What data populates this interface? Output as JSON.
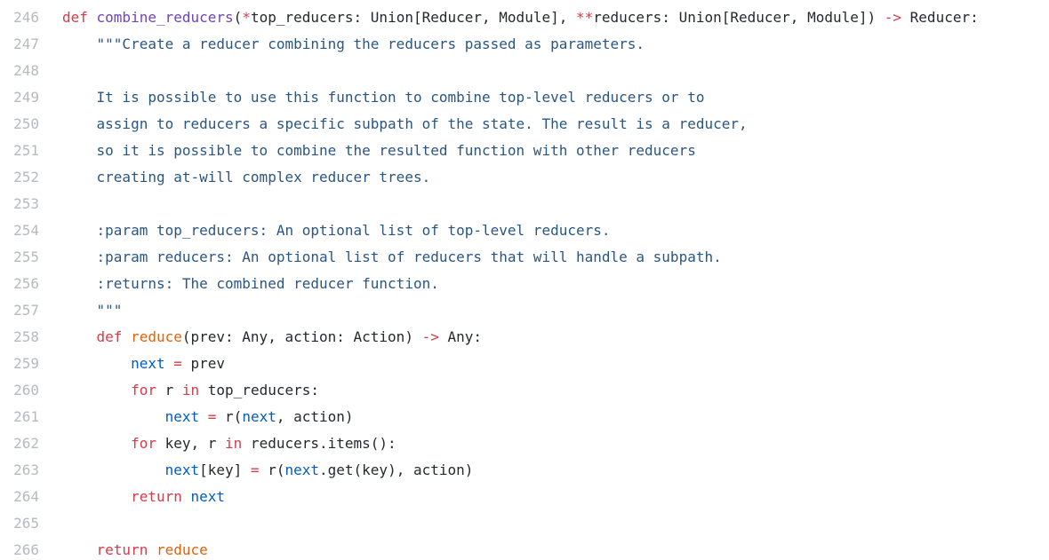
{
  "colors": {
    "background": "#ffffff",
    "plain": "#24292e",
    "keyword": "#d73a49",
    "function_def": "#6f42c1",
    "builtin": "#e36209",
    "constant": "#005cc5",
    "string": "#2a5684",
    "line_number": "#b6bac0"
  },
  "code": {
    "language": "python",
    "first_line_number": 246,
    "last_line_number": 266,
    "lines": [
      {
        "n": "246",
        "seg": [
          [
            "k",
            "def "
          ],
          [
            "f",
            "combine_reducers"
          ],
          [
            "p",
            "("
          ],
          [
            "k",
            "*"
          ],
          [
            "p",
            "top_reducers: Union[Reducer, Module], "
          ],
          [
            "k",
            "**"
          ],
          [
            "p",
            "reducers: Union[Reducer, Module]) "
          ],
          [
            "k",
            "->"
          ],
          [
            "p",
            " Reducer:"
          ]
        ]
      },
      {
        "n": "247",
        "seg": [
          [
            "p",
            "    "
          ],
          [
            "s",
            "\"\"\"Create a reducer combining the reducers passed as parameters."
          ]
        ]
      },
      {
        "n": "248",
        "seg": []
      },
      {
        "n": "249",
        "seg": [
          [
            "s",
            "    It is possible to use this function to combine top-level reducers or to"
          ]
        ]
      },
      {
        "n": "250",
        "seg": [
          [
            "s",
            "    assign to reducers a specific subpath of the state. The result is a reducer,"
          ]
        ]
      },
      {
        "n": "251",
        "seg": [
          [
            "s",
            "    so it is possible to combine the resulted function with other reducers"
          ]
        ]
      },
      {
        "n": "252",
        "seg": [
          [
            "s",
            "    creating at-will complex reducer trees."
          ]
        ]
      },
      {
        "n": "253",
        "seg": []
      },
      {
        "n": "254",
        "seg": [
          [
            "s",
            "    :param top_reducers: An optional list of top-level reducers."
          ]
        ]
      },
      {
        "n": "255",
        "seg": [
          [
            "s",
            "    :param reducers: An optional list of reducers that will handle a subpath."
          ]
        ]
      },
      {
        "n": "256",
        "seg": [
          [
            "s",
            "    :returns: The combined reducer function."
          ]
        ]
      },
      {
        "n": "257",
        "seg": [
          [
            "s",
            "    \"\"\""
          ]
        ]
      },
      {
        "n": "258",
        "seg": [
          [
            "p",
            "    "
          ],
          [
            "k",
            "def "
          ],
          [
            "b",
            "reduce"
          ],
          [
            "p",
            "(prev: Any, action: Action) "
          ],
          [
            "k",
            "->"
          ],
          [
            "p",
            " Any:"
          ]
        ]
      },
      {
        "n": "259",
        "seg": [
          [
            "p",
            "        "
          ],
          [
            "c",
            "next"
          ],
          [
            "p",
            " "
          ],
          [
            "k",
            "="
          ],
          [
            "p",
            " prev"
          ]
        ]
      },
      {
        "n": "260",
        "seg": [
          [
            "p",
            "        "
          ],
          [
            "k",
            "for"
          ],
          [
            "p",
            " r "
          ],
          [
            "k",
            "in"
          ],
          [
            "p",
            " top_reducers:"
          ]
        ]
      },
      {
        "n": "261",
        "seg": [
          [
            "p",
            "            "
          ],
          [
            "c",
            "next"
          ],
          [
            "p",
            " "
          ],
          [
            "k",
            "="
          ],
          [
            "p",
            " r("
          ],
          [
            "c",
            "next"
          ],
          [
            "p",
            ", action)"
          ]
        ]
      },
      {
        "n": "262",
        "seg": [
          [
            "p",
            "        "
          ],
          [
            "k",
            "for"
          ],
          [
            "p",
            " key, r "
          ],
          [
            "k",
            "in"
          ],
          [
            "p",
            " reducers.items():"
          ]
        ]
      },
      {
        "n": "263",
        "seg": [
          [
            "p",
            "            "
          ],
          [
            "c",
            "next"
          ],
          [
            "p",
            "[key] "
          ],
          [
            "k",
            "="
          ],
          [
            "p",
            " r("
          ],
          [
            "c",
            "next"
          ],
          [
            "p",
            ".get(key), action)"
          ]
        ]
      },
      {
        "n": "264",
        "seg": [
          [
            "p",
            "        "
          ],
          [
            "k",
            "return"
          ],
          [
            "p",
            " "
          ],
          [
            "c",
            "next"
          ]
        ]
      },
      {
        "n": "265",
        "seg": []
      },
      {
        "n": "266",
        "seg": [
          [
            "p",
            "    "
          ],
          [
            "k",
            "return"
          ],
          [
            "p",
            " "
          ],
          [
            "b",
            "reduce"
          ]
        ]
      }
    ]
  }
}
